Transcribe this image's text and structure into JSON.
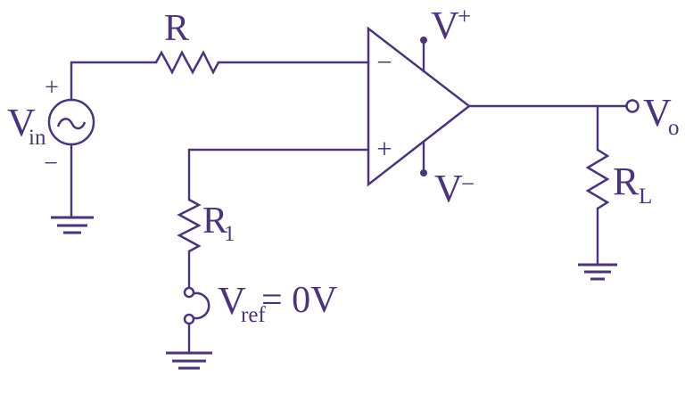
{
  "colors": {
    "ink": "#4b3578",
    "background": "#ffffff"
  },
  "components": {
    "input_source": {
      "label": "V",
      "label_sub": "in",
      "polarity_plus": "+",
      "polarity_minus": "−"
    },
    "input_resistor": {
      "label": "R"
    },
    "opamp": {
      "inverting_input": "−",
      "noninverting_input": "+",
      "supply_positive": {
        "base": "V",
        "sup": "+"
      },
      "supply_negative": {
        "base": "V",
        "sup": "−"
      }
    },
    "output_terminal": {
      "label": "V",
      "label_sub": "o"
    },
    "load_resistor": {
      "label": "R",
      "label_sub": "L"
    },
    "reference_resistor": {
      "label": "R",
      "label_sub": "1"
    },
    "reference_source": {
      "label": "V",
      "label_sub": "ref",
      "value": "= 0V"
    }
  },
  "icons": {
    "ac_source": "circle-with-sine-wave",
    "ground": "three-bar-ground",
    "output_terminal": "open-circle",
    "supply_tap": "filled-dot",
    "reference_connector": "two-open-circles-with-arc"
  }
}
